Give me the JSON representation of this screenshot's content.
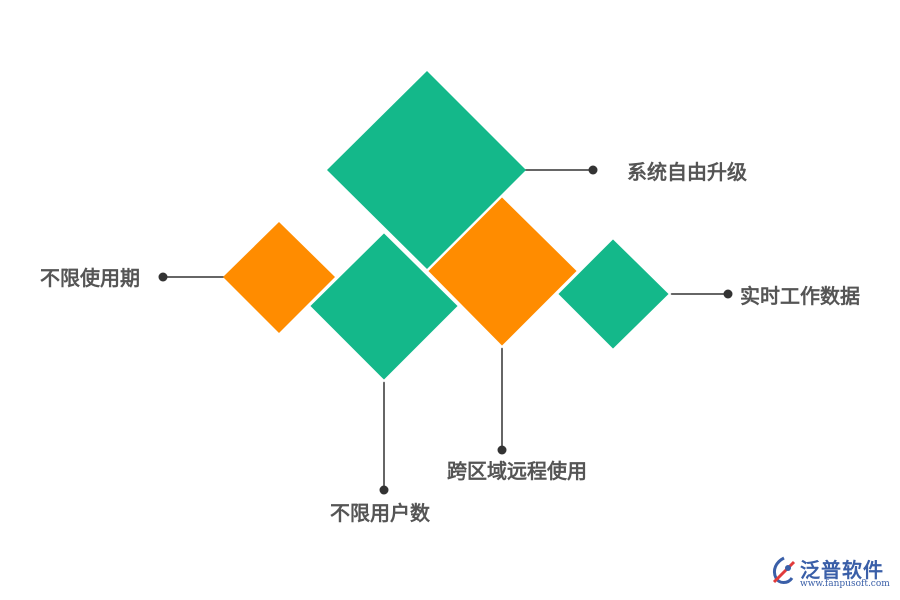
{
  "colors": {
    "green": "#14b88a",
    "orange": "#ff8c00",
    "line": "#333333",
    "label": "#555555",
    "brand": "#3a5fa8"
  },
  "labels": {
    "upgrade": "系统自由升级",
    "period": "不限使用期",
    "realtime": "实时工作数据",
    "remote": "跨区域远程使用",
    "users": "不限用户数"
  },
  "brand": {
    "name": "泛普软件",
    "url": "www.fanpusoft.com"
  }
}
